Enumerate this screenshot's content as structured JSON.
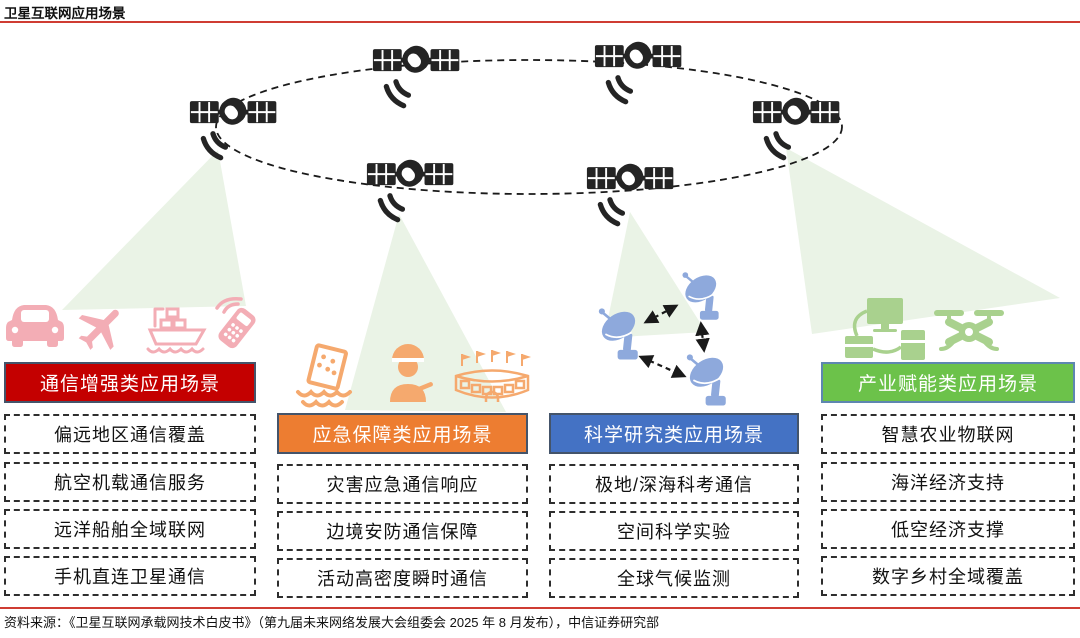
{
  "title": "卫星互联网应用场景",
  "source": "资料来源：《卫星互联网承载网技术白皮书》（第九届未来网络发展大会组委会 2025 年 8 月发布），中信证券研究部",
  "orbit": {
    "satellite_count": 6,
    "style": "dashed-ellipse",
    "ground_dishes": 3
  },
  "columns": [
    {
      "header": "通信增强类应用场景",
      "accent": "#C40000",
      "icon_names": [
        "car-icon",
        "airplane-icon",
        "ship-icon",
        "satellite-phone-icon"
      ],
      "items": [
        "偏远地区通信覆盖",
        "航空机载通信服务",
        "远洋船舶全域联网",
        "手机直连卫星通信"
      ]
    },
    {
      "header": "应急保障类应用场景",
      "accent": "#ED7D31",
      "icon_names": [
        "flooded-building-icon",
        "border-guard-icon",
        "stadium-icon"
      ],
      "items": [
        "灾害应急通信响应",
        "边境安防通信保障",
        "活动高密度瞬时通信"
      ]
    },
    {
      "header": "科学研究类应用场景",
      "accent": "#4472C4",
      "icon_names": [
        "satellite-dish-icon",
        "satellite-dish-icon",
        "satellite-dish-icon"
      ],
      "items": [
        "极地/深海科考通信",
        "空间科学实验",
        "全球气候监测"
      ]
    },
    {
      "header": "产业赋能类应用场景",
      "accent": "#6CC24A",
      "icon_names": [
        "iot-devices-icon",
        "drone-icon"
      ],
      "items": [
        "智慧农业物联网",
        "海洋经济支持",
        "低空经济支撑",
        "数字乡村全域覆盖"
      ]
    }
  ],
  "colors": {
    "rule_red": "#CF3C32",
    "header_red": "#C40000",
    "header_orange": "#ED7D31",
    "header_blue": "#4472C4",
    "header_green": "#6CC24A",
    "header_border": "#44546A",
    "beam_green": "#EAF3E6",
    "icon_pink": "#F3ADB5",
    "icon_orange": "#F5A96E",
    "icon_blue": "#8EA9DC",
    "icon_green": "#A9D18E",
    "satellite_black": "#242424"
  }
}
